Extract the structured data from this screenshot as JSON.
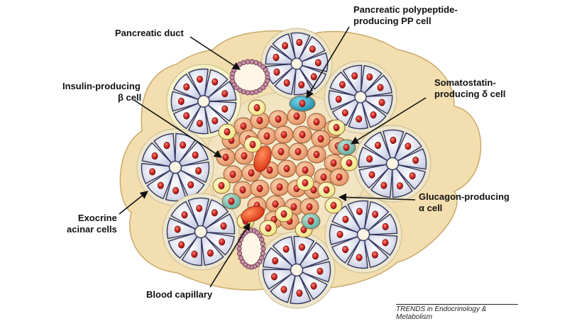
{
  "labels": {
    "pancreatic_duct": "Pancreatic duct",
    "pp_cell": {
      "line1": "Pancreatic polypeptide-",
      "line2": "producing PP cell"
    },
    "beta_cell": {
      "line1": "Insulin-producing",
      "line2": "β cell"
    },
    "delta_cell": {
      "line1": "Somatostatin-",
      "line2": "producing δ cell"
    },
    "alpha_cell": {
      "line1": "Glucagon-producing",
      "line2": "α cell"
    },
    "acinar": {
      "line1": "Exocrine",
      "line2": "acinar cells"
    },
    "capillary": "Blood capillary"
  },
  "credit": "TRENDS in Endocrinology & Metabolism",
  "colors": {
    "tissue": "#f3deb0",
    "tissue_edge": "#c9a96b",
    "acinar_cell": "#e4e6f2",
    "acinar_edge": "#3a3f66",
    "nucleus": "#d42a25",
    "beta_cell": "#f0a878",
    "alpha_cell": "#f7ef9c",
    "delta_cell": "#7fc3b4",
    "pp_cell": "#1ea3c0",
    "capillary": "#ef4a1f",
    "duct": "#b86a8a"
  }
}
